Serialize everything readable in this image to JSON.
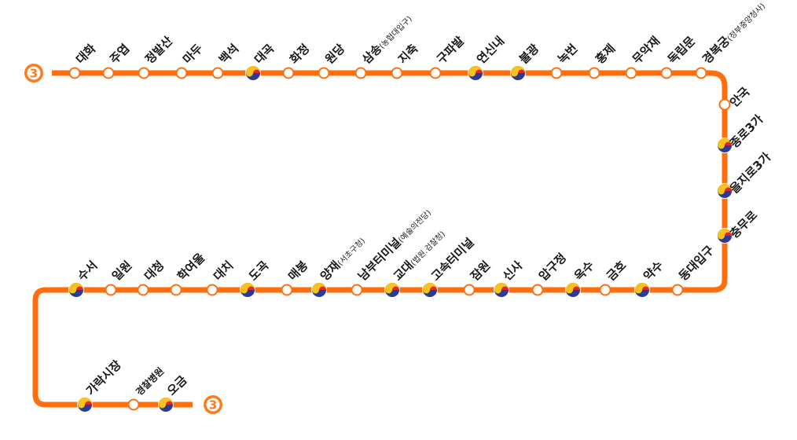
{
  "line": {
    "number": "3",
    "color": "#ff6e0c",
    "transfer_colors": [
      "#e8242a",
      "#2b3a96",
      "#f7c21b"
    ]
  },
  "stations": [
    {
      "name": "대화",
      "transfer": false
    },
    {
      "name": "주엽",
      "transfer": false
    },
    {
      "name": "정발산",
      "transfer": false
    },
    {
      "name": "마두",
      "transfer": false
    },
    {
      "name": "백석",
      "transfer": false
    },
    {
      "name": "대곡",
      "transfer": true
    },
    {
      "name": "화정",
      "transfer": false
    },
    {
      "name": "원당",
      "transfer": false
    },
    {
      "name": "삼송",
      "sub": "(농협대입구)",
      "transfer": false
    },
    {
      "name": "지축",
      "transfer": false
    },
    {
      "name": "구파발",
      "transfer": false
    },
    {
      "name": "연신내",
      "transfer": true
    },
    {
      "name": "불광",
      "transfer": true
    },
    {
      "name": "녹번",
      "transfer": false
    },
    {
      "name": "홍제",
      "transfer": false
    },
    {
      "name": "무악재",
      "transfer": false
    },
    {
      "name": "독립문",
      "transfer": false
    },
    {
      "name": "경복궁",
      "sub": "(정부중앙청사)",
      "transfer": false
    },
    {
      "name": "안국",
      "transfer": false
    },
    {
      "name": "종로3가",
      "transfer": true
    },
    {
      "name": "을지로3가",
      "transfer": true
    },
    {
      "name": "충무로",
      "transfer": true
    },
    {
      "name": "동대입구",
      "transfer": false
    },
    {
      "name": "약수",
      "transfer": true
    },
    {
      "name": "금호",
      "transfer": false
    },
    {
      "name": "옥수",
      "transfer": true
    },
    {
      "name": "압구정",
      "transfer": false
    },
    {
      "name": "신사",
      "transfer": true
    },
    {
      "name": "잠원",
      "transfer": false
    },
    {
      "name": "고속터미널",
      "transfer": true
    },
    {
      "name": "교대",
      "sub": "(법원.검찰청)",
      "transfer": true
    },
    {
      "name": "남부터미널",
      "sub": "(예술의전당)",
      "transfer": false
    },
    {
      "name": "양재",
      "sub": "(서초구청)",
      "transfer": true
    },
    {
      "name": "매봉",
      "transfer": false
    },
    {
      "name": "도곡",
      "transfer": true
    },
    {
      "name": "대치",
      "transfer": false
    },
    {
      "name": "학여울",
      "transfer": false
    },
    {
      "name": "대청",
      "transfer": false
    },
    {
      "name": "일원",
      "transfer": false
    },
    {
      "name": "수서",
      "transfer": true
    },
    {
      "name": "가락시장",
      "transfer": true
    },
    {
      "name": "경찰병원",
      "transfer": false
    },
    {
      "name": "오금",
      "transfer": true
    }
  ]
}
